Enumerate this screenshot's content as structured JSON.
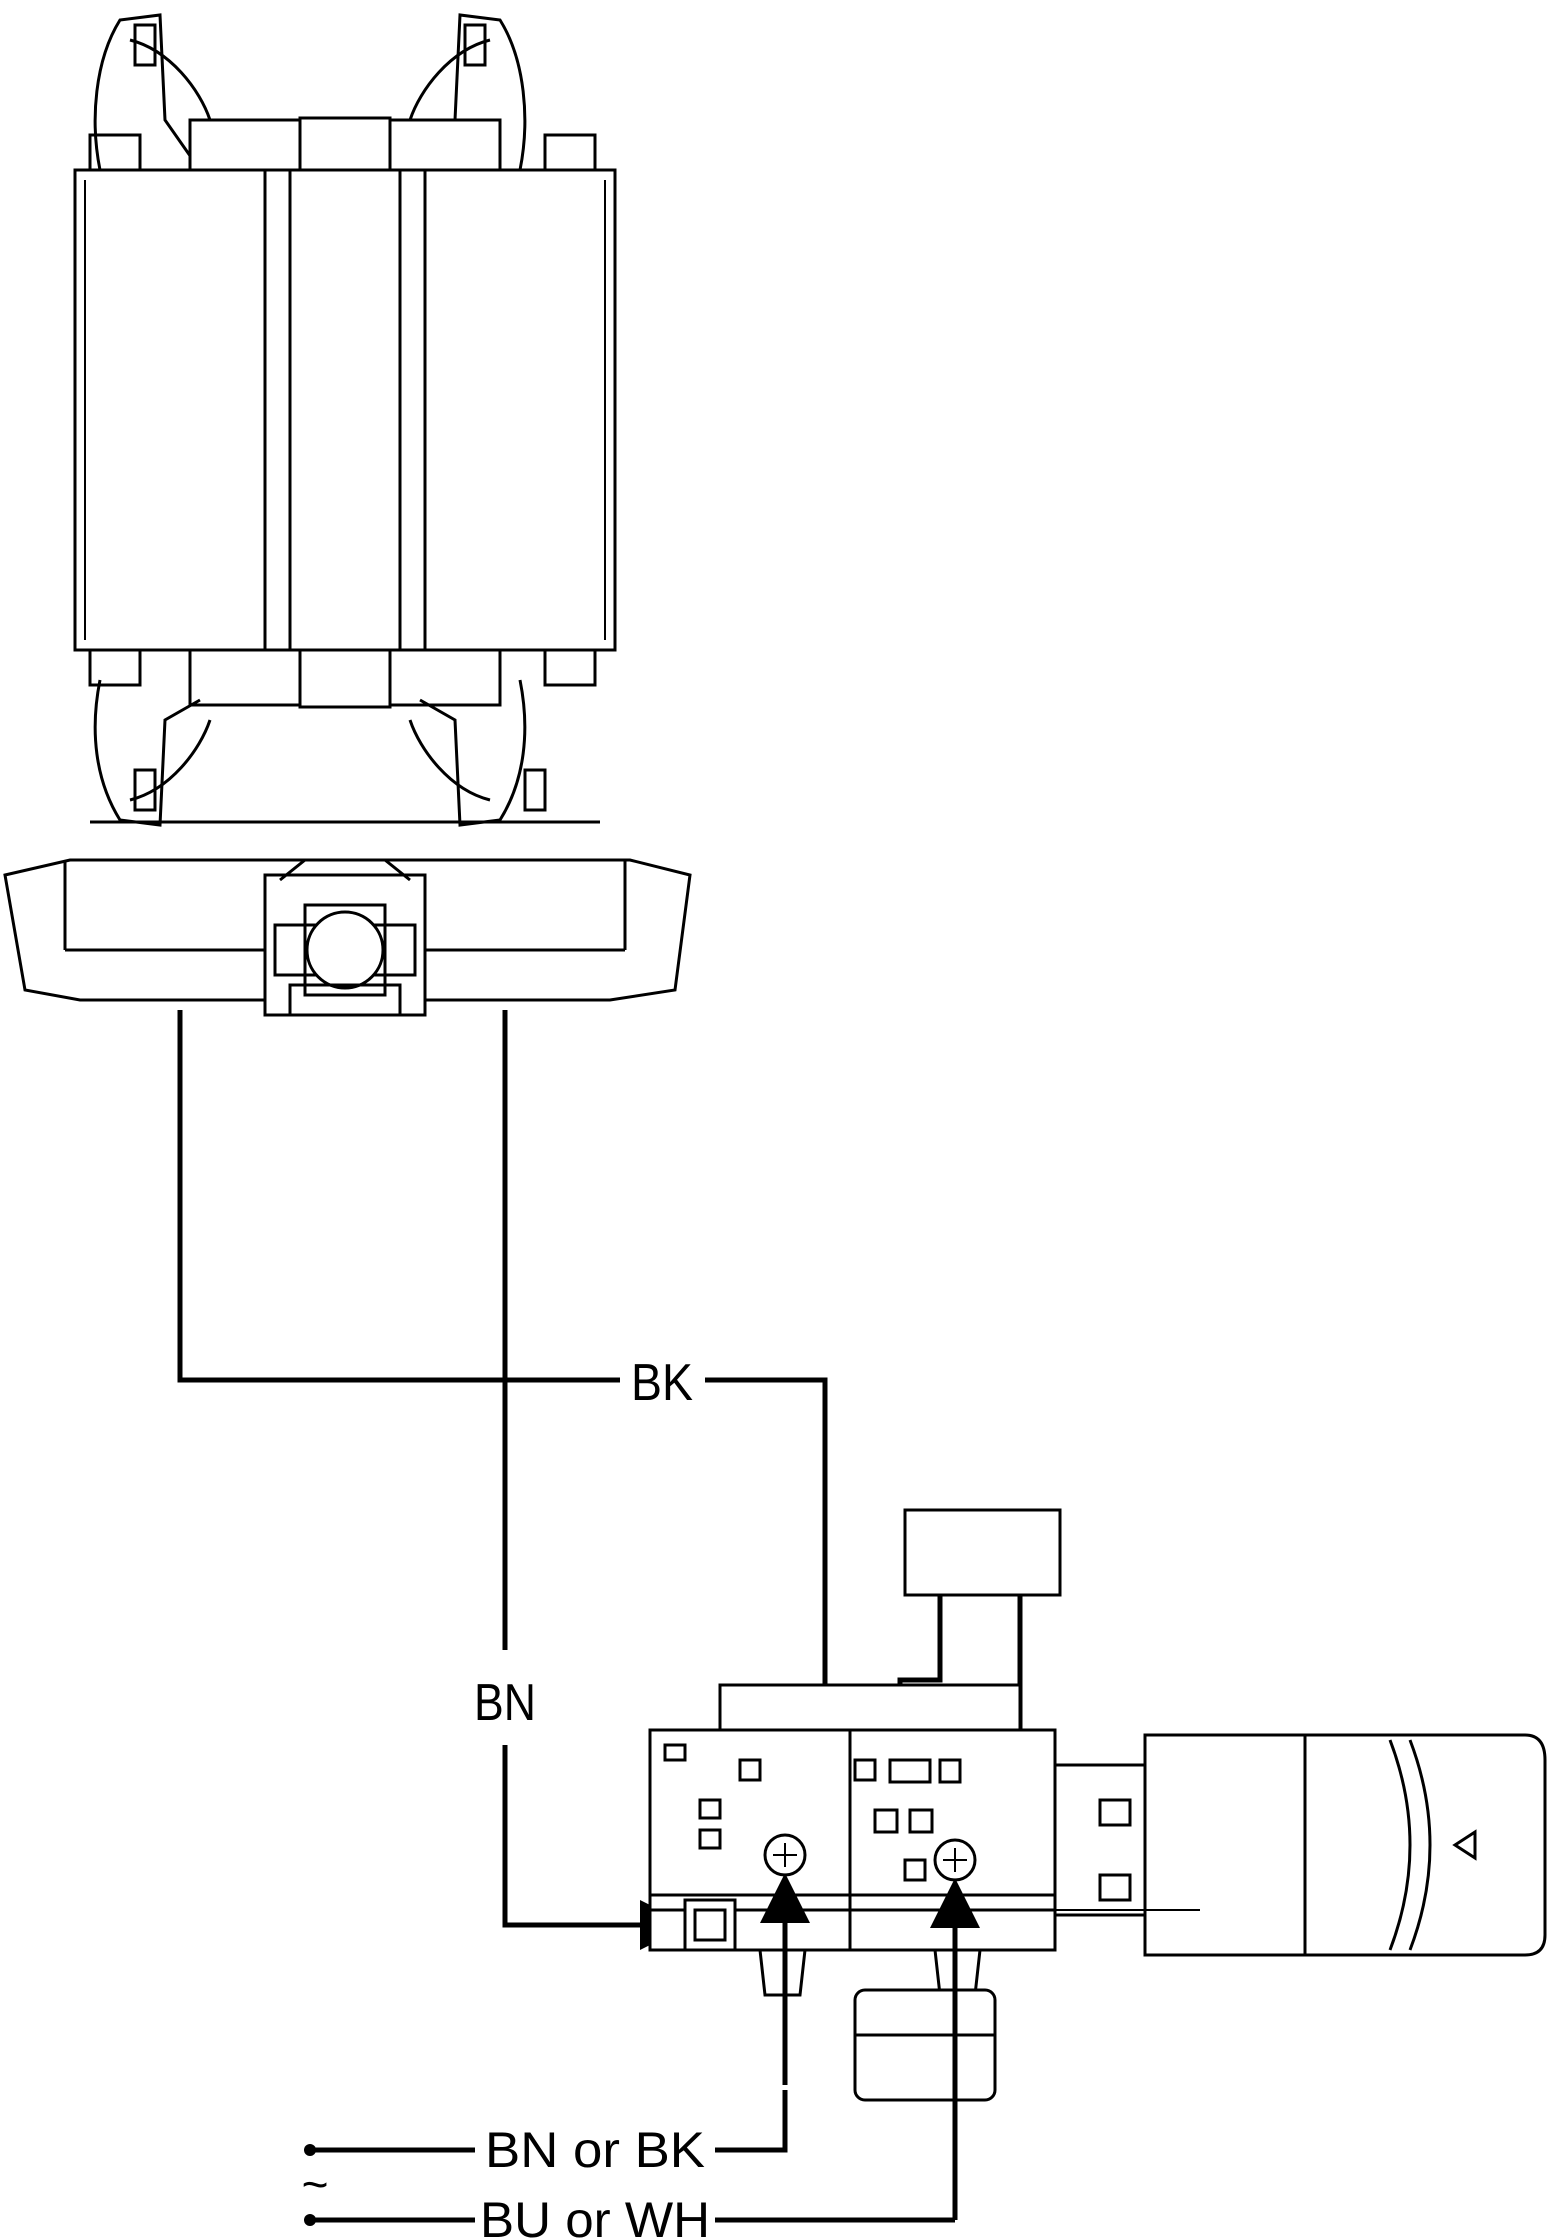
{
  "labels": {
    "bk_wire": "BK",
    "bn_wire": "BN",
    "supply_line_1": "BN or BK",
    "supply_line_2": "BU or WH",
    "ac_symbol": "~"
  }
}
